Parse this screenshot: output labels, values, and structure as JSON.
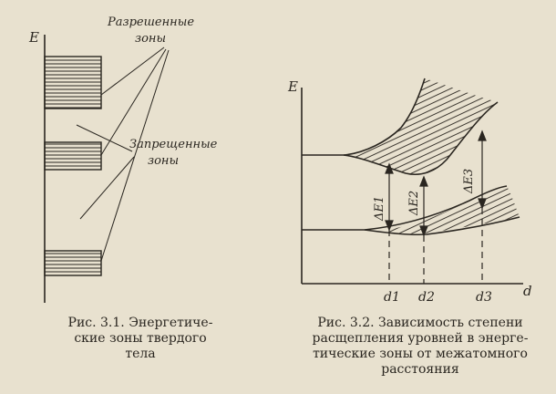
{
  "fig1": {
    "axis_label": "E",
    "allowed_label_line1": "Разрешенные",
    "allowed_label_line2": "зоны",
    "forbidden_label_line1": "Запрещенные",
    "forbidden_label_line2": "зоны",
    "caption": [
      "Рис.  3.1.  Энергетиче-",
      "ские   зоны   твердого",
      "тела"
    ]
  },
  "fig2": {
    "axis_label_y": "E",
    "axis_label_x": "d",
    "ticks": [
      "d1",
      "d2",
      "d3"
    ],
    "arrows": [
      "ΔE1",
      "ΔE2",
      "ΔE3"
    ],
    "caption": [
      "Рис.  3.2.  Зависимость  степени",
      "расщепления уровней в энерге-",
      "тические  зоны  от  межатомного",
      "расстояния"
    ]
  },
  "colors": {
    "paper": "#e8e1cf",
    "ink": "#2a2620"
  }
}
